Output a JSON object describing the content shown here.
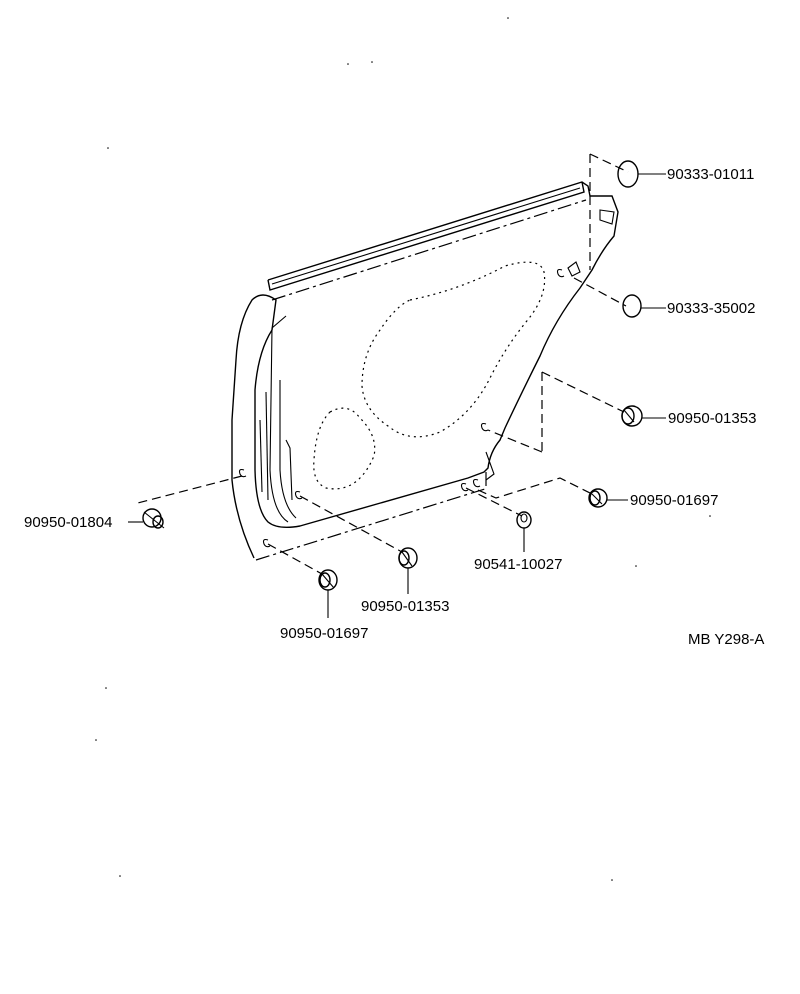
{
  "parts": [
    {
      "id": "p1",
      "number": "90333-01011",
      "kind": "plug"
    },
    {
      "id": "p2",
      "number": "90333-35002",
      "kind": "plug"
    },
    {
      "id": "p3",
      "number": "90950-01353",
      "kind": "grommet"
    },
    {
      "id": "p4",
      "number": "90950-01697",
      "kind": "grommet"
    },
    {
      "id": "p5",
      "number": "90950-01804",
      "kind": "clip"
    },
    {
      "id": "p6",
      "number": "90541-10027",
      "kind": "cushion"
    },
    {
      "id": "p7",
      "number": "90950-01353",
      "kind": "grommet"
    },
    {
      "id": "p8",
      "number": "90950-01697",
      "kind": "grommet"
    }
  ],
  "figure_code": "MB Y298-A"
}
